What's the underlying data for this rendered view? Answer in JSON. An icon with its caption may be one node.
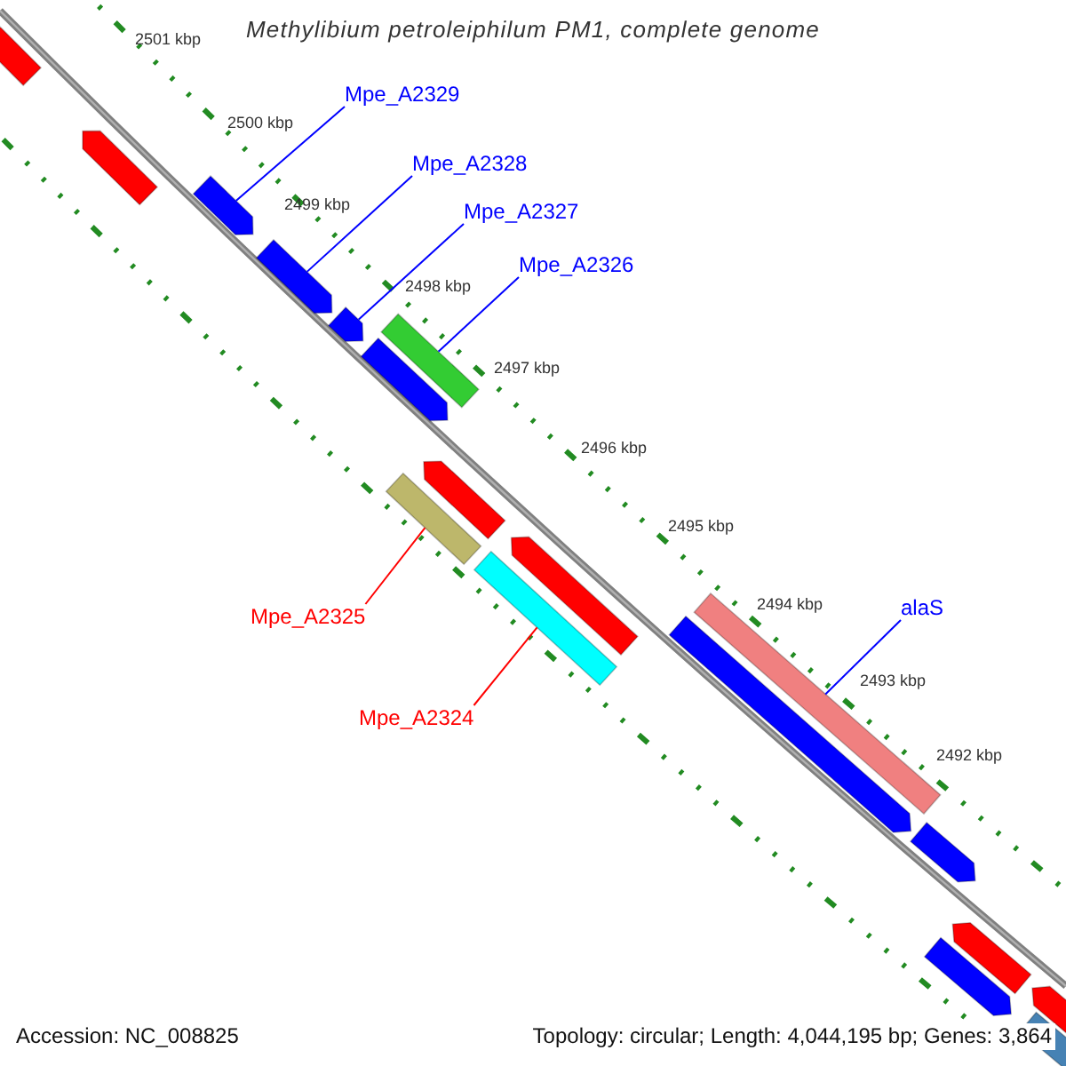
{
  "diagram": {
    "title": "Methylibium petroleiphilum PM1, complete genome",
    "nodes": [
      {
        "text": [
          "Mpe_A2329"
        ]
      },
      {
        "text": [
          "Mpe_A2328"
        ]
      },
      {
        "text": [
          "Mpe_A2327"
        ]
      },
      {
        "text": [
          "Mpe_A2326"
        ]
      },
      {
        "text": [
          "alaS"
        ]
      },
      {
        "text": [
          "Mpe_A2325"
        ]
      },
      {
        "text": [
          "Mpe_A2324"
        ]
      },
      {
        "text": [],
        "shape": "bar"
      },
      {
        "text": [],
        "shape": "arrow"
      },
      {
        "text": [],
        "shape": "arrow"
      },
      {
        "text": [],
        "shape": "arrow"
      },
      {
        "text": [],
        "shape": "arrow"
      },
      {
        "text": [],
        "shape": "bar"
      },
      {
        "text": [],
        "shape": "arrow"
      },
      {
        "text": [],
        "shape": "arrow"
      },
      {
        "text": [],
        "shape": "bar"
      },
      {
        "text": [],
        "shape": "arrow"
      },
      {
        "text": [],
        "shape": "bar"
      },
      {
        "text": [],
        "shape": "bar"
      },
      {
        "text": [],
        "shape": "arrow"
      },
      {
        "text": [],
        "shape": "arrow"
      },
      {
        "text": [],
        "shape": "arrow"
      },
      {
        "text": [],
        "shape": "arrow"
      },
      {
        "text": [],
        "shape": "arrow"
      },
      {
        "text": [],
        "shape": "bar"
      }
    ],
    "edges": [
      {
        "from": 0,
        "to": 9,
        "arrow": "none"
      },
      {
        "from": 1,
        "to": 10,
        "arrow": "none"
      },
      {
        "from": 2,
        "to": 11,
        "arrow": "none"
      },
      {
        "from": 3,
        "to": 12,
        "arrow": "none"
      },
      {
        "from": 4,
        "to": 18,
        "arrow": "none"
      },
      {
        "from": 5,
        "to": 15,
        "arrow": "none",
        "color": "#ff0000"
      },
      {
        "from": 6,
        "to": 17,
        "arrow": "none",
        "color": "#ff0000"
      }
    ],
    "labels": [
      "2501 kbp",
      "2500 kbp",
      "2499 kbp",
      "2498 kbp",
      "2497 kbp",
      "2496 kbp",
      "2495 kbp",
      "2494 kbp",
      "2493 kbp",
      "2492 kbp",
      "Accession: NC_008825",
      "Topology: circular; Length: 4,044,195 bp; Genes: 3,864"
    ]
  }
}
